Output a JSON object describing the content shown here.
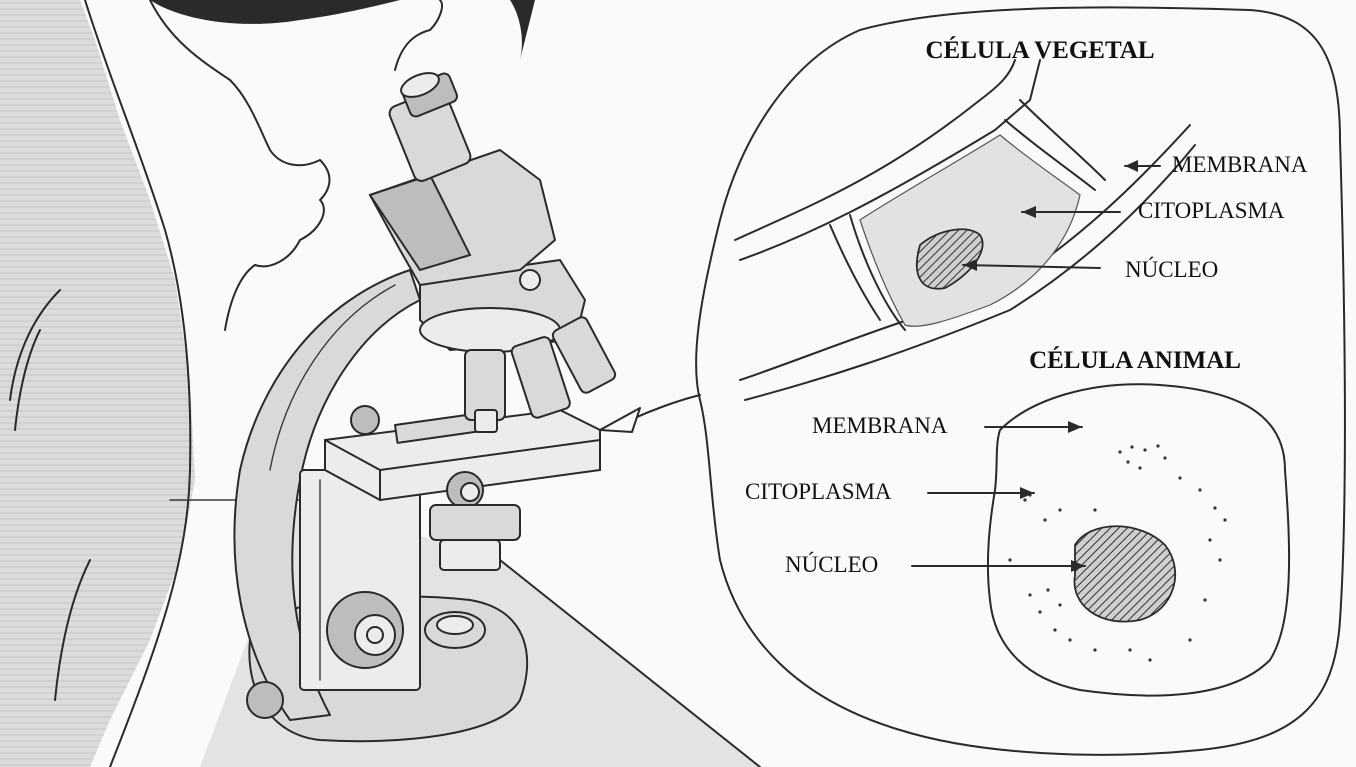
{
  "vegetal": {
    "title": "CÉLULA VEGETAL",
    "labels": {
      "membrana": "MEMBRANA",
      "citoplasma": "CITOPLASMA",
      "nucleo": "NÚCLEO"
    }
  },
  "animal": {
    "title": "CÉLULA ANIMAL",
    "labels": {
      "membrana": "MEMBRANA",
      "citoplasma": "CITOPLASMA",
      "nucleo": "NÚCLEO"
    }
  }
}
